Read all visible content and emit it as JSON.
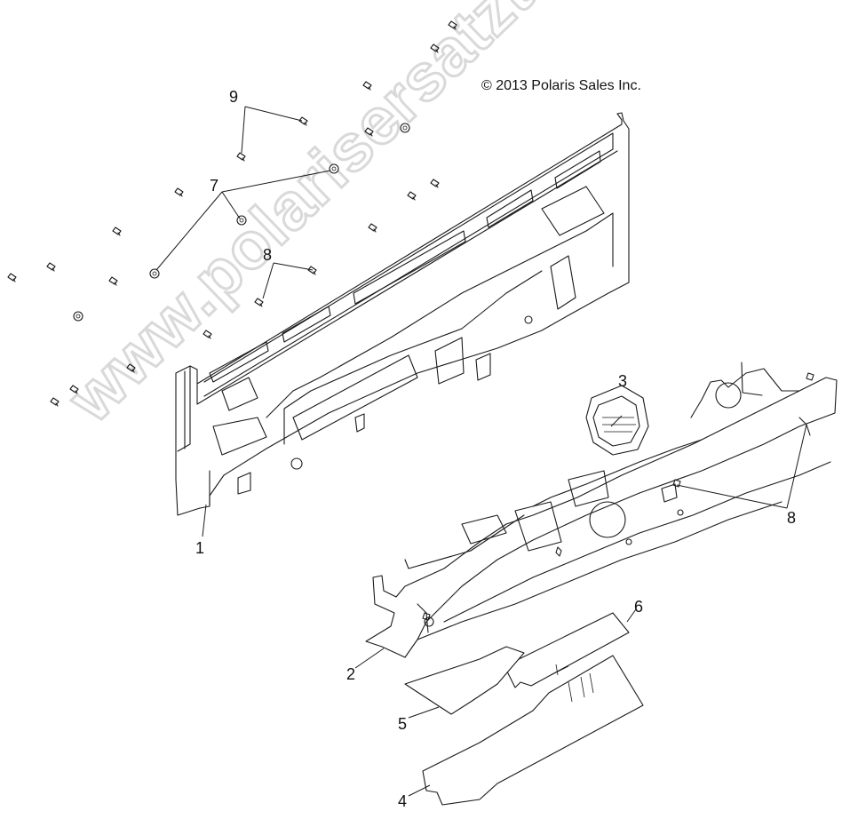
{
  "copyright": "© 2013 Polaris Sales Inc.",
  "watermark": "www.polarisersatzteile.de",
  "callouts": {
    "c1": "1",
    "c2": "2",
    "c3": "3",
    "c4": "4",
    "c5": "5",
    "c6": "6",
    "c7": "7",
    "c8a": "8",
    "c8b": "8",
    "c9": "9"
  }
}
